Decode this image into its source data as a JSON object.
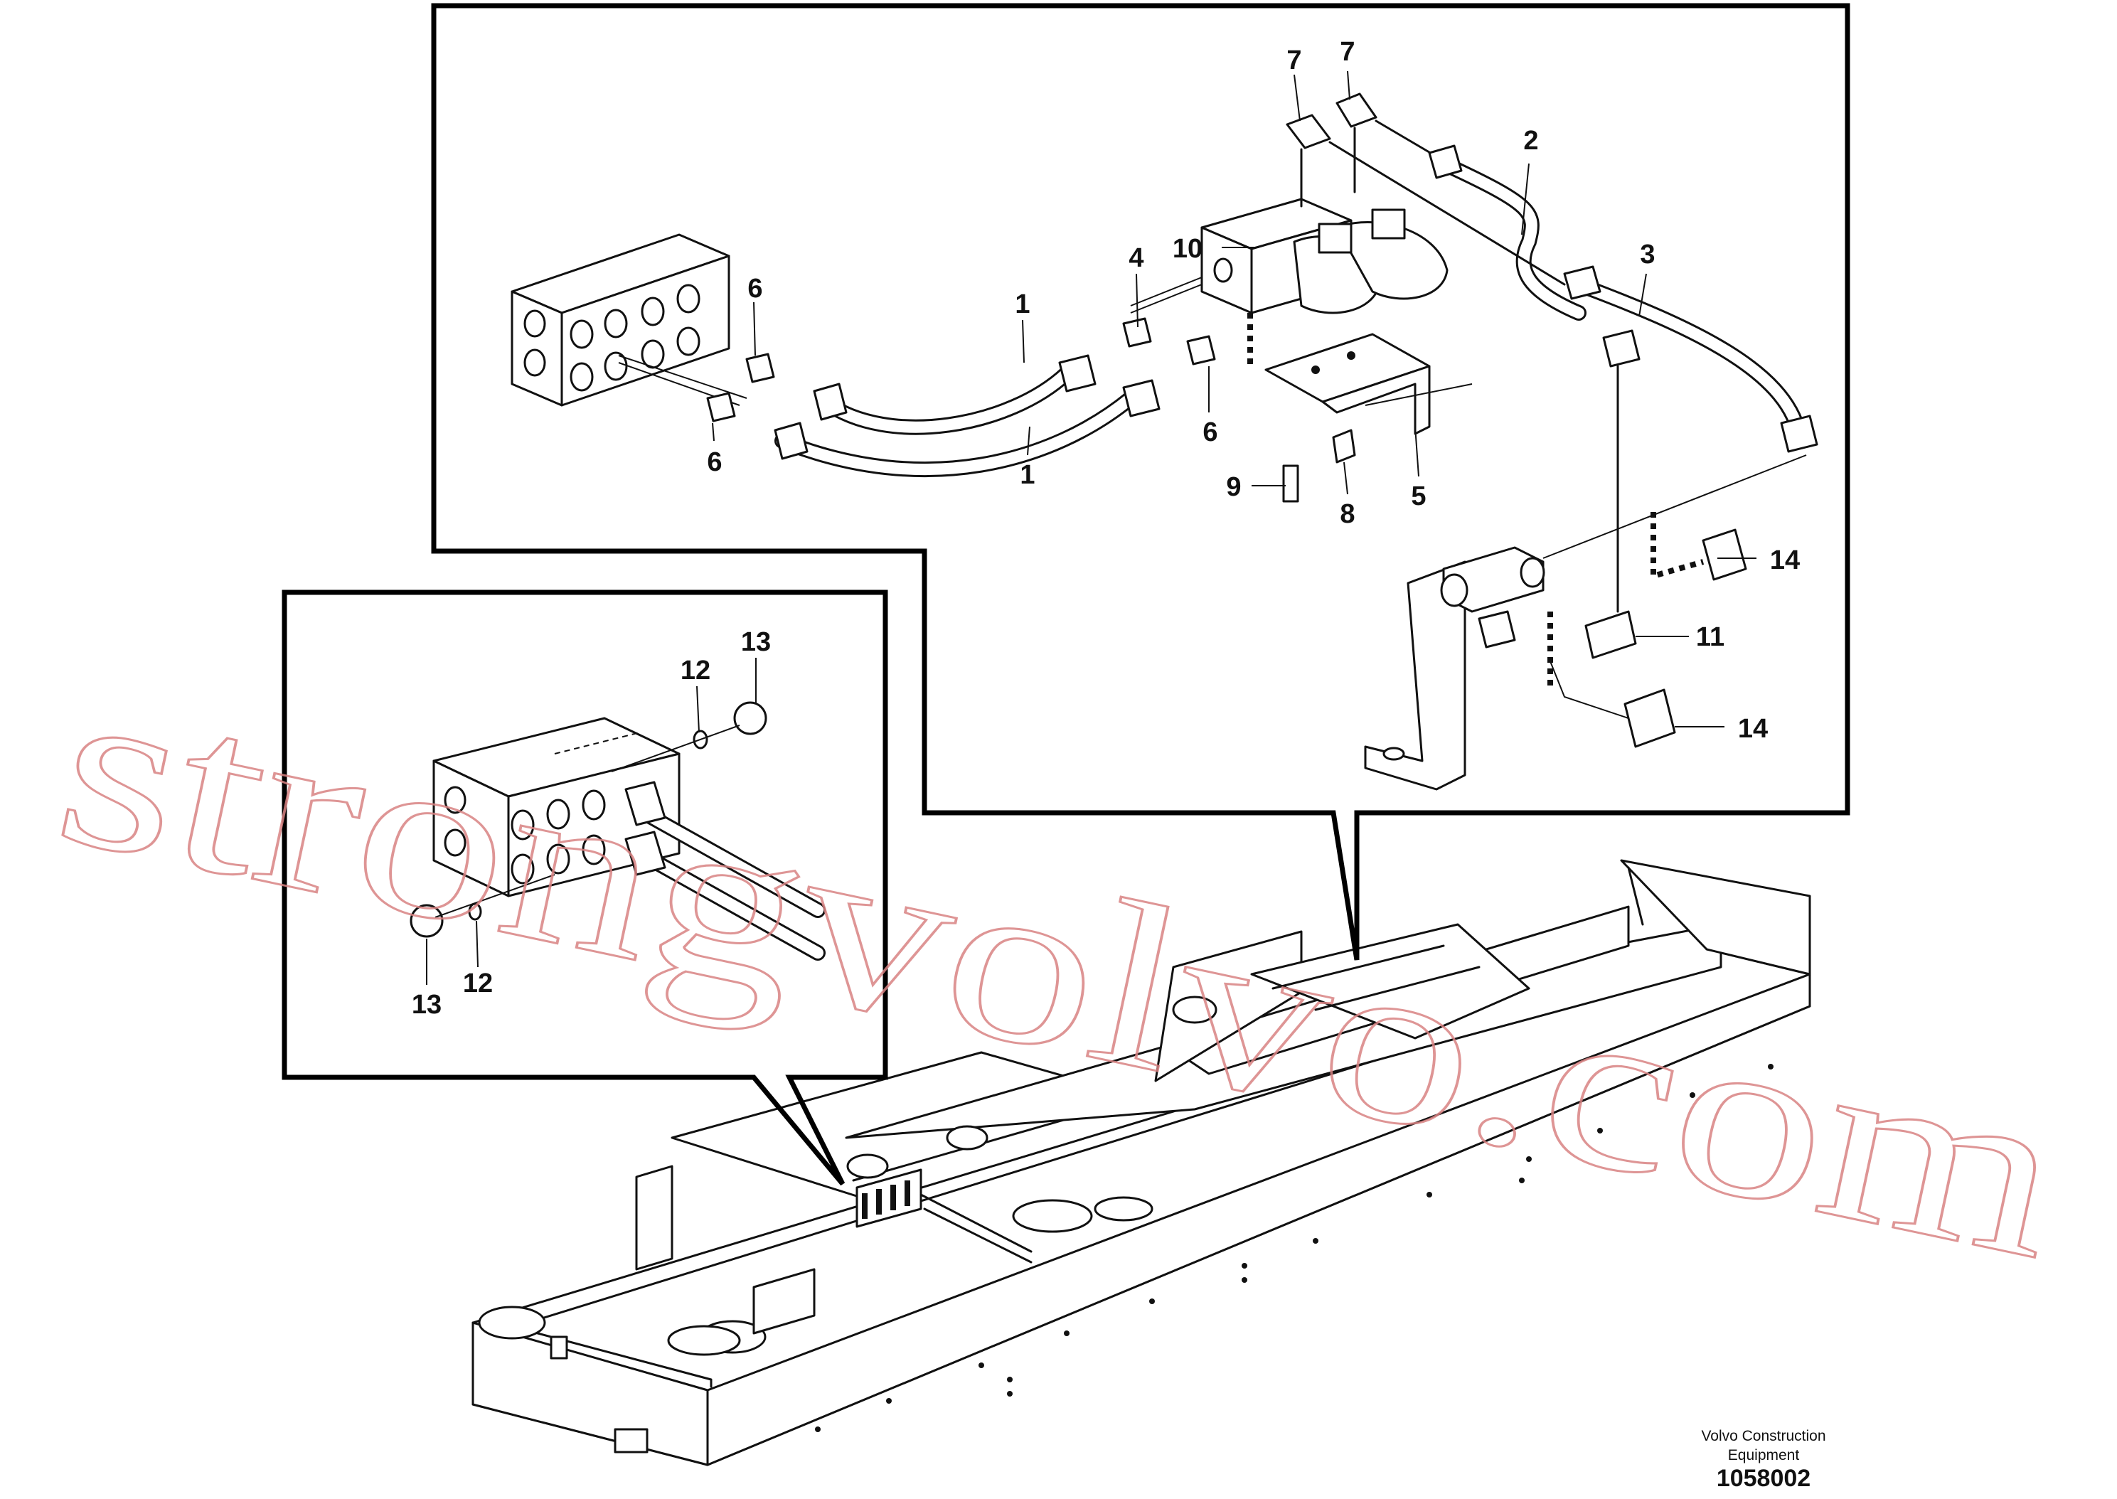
{
  "figure": {
    "watermark": "strongvolvo.com",
    "company": "Volvo Construction Equipment",
    "company_line1": "Volvo Construction",
    "company_line2": "Equipment",
    "doc_number": "1058002"
  },
  "callouts": {
    "top_inset": [
      "7",
      "7",
      "2",
      "3",
      "10",
      "4",
      "1",
      "6",
      "6",
      "1",
      "6",
      "9",
      "8",
      "5",
      "14",
      "11",
      "14"
    ],
    "left_inset": [
      "13",
      "12",
      "12",
      "13"
    ]
  }
}
